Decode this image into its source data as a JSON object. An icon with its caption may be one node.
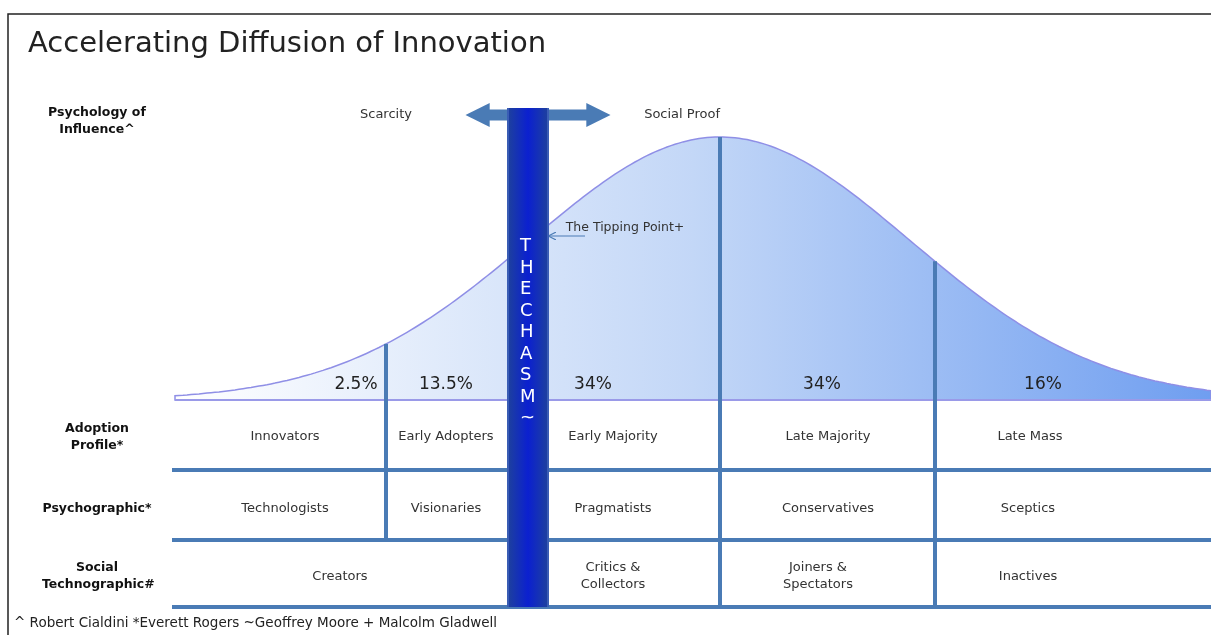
{
  "diagram": {
    "title": "Accelerating Diffusion of Innovation",
    "caption": "^ Robert Cialdini *Everett Rogers ~Geoffrey Moore + Malcolm Gladwell",
    "nodes": [
      {
        "text": [
          "THE CHASM~"
        ]
      },
      {
        "text": [
          "Scarcity"
        ]
      },
      {
        "text": [
          "Social Proof"
        ]
      },
      {
        "text": [
          "The Tipping Point+"
        ]
      }
    ],
    "edges": [
      {
        "from": 0,
        "to": 1,
        "arrow": "to"
      },
      {
        "from": 0,
        "to": 2,
        "arrow": "to"
      },
      {
        "from": 3,
        "to": 0,
        "arrow": "to"
      }
    ],
    "labels": [
      "Psychology of Influence^",
      "2.5%",
      "13.5%",
      "34%",
      "34%",
      "16%",
      "Adoption Profile*",
      "Innovators",
      "Early Adopters",
      "Early Majority",
      "Late Majority",
      "Late Mass",
      "Psychographic*",
      "Technologists",
      "Visionaries",
      "Pragmatists",
      "Conservatives",
      "Sceptics",
      "Social Technographic#",
      "Creators",
      "Critics & Collectors",
      "Joiners & Spectators",
      "Inactives"
    ]
  }
}
